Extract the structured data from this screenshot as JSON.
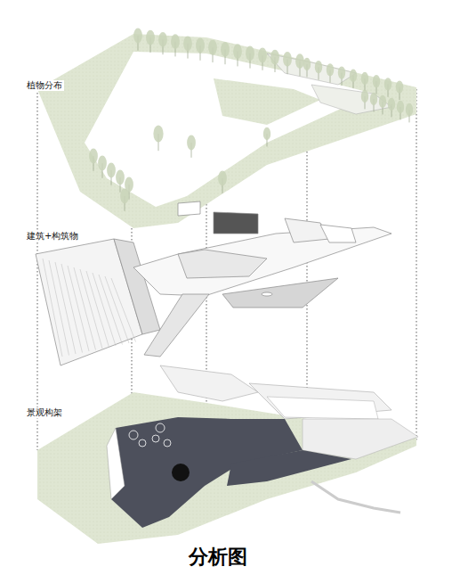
{
  "diagram": {
    "title": "分析图",
    "labels": [
      "植物分布",
      "建筑+构筑物",
      "景观构架"
    ]
  }
}
